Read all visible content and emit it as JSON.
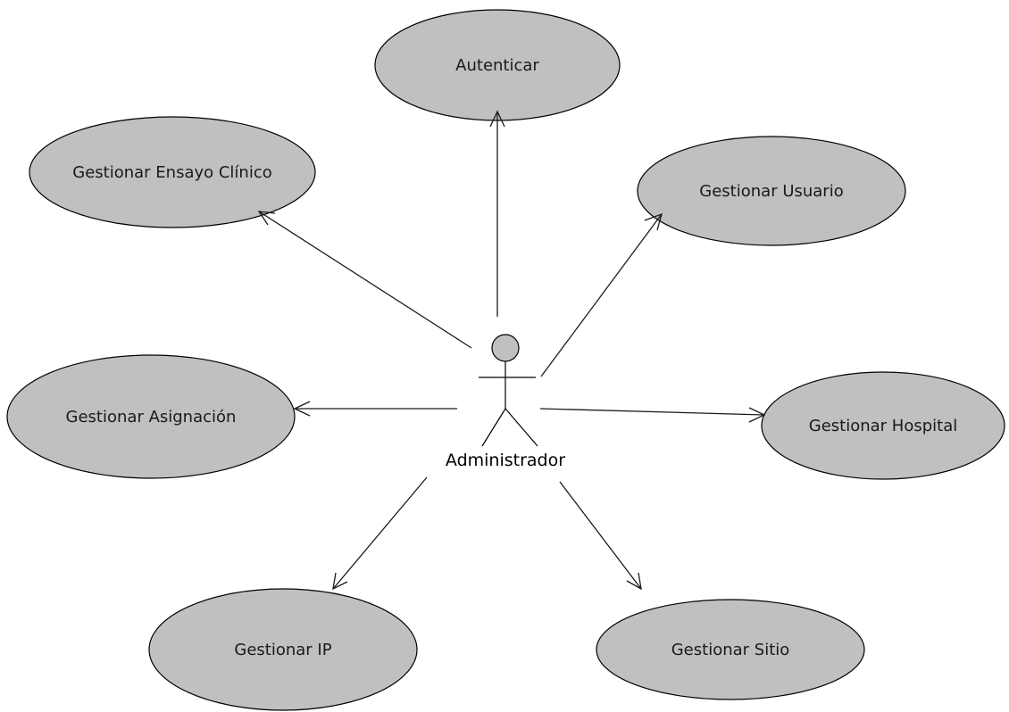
{
  "diagram": {
    "type": "use-case",
    "colors": {
      "use_case_fill": "#c0c0c0",
      "actor_head_fill": "#c0c0c0",
      "line": "#1a1a1a",
      "background": "#ffffff"
    },
    "actor": {
      "label": "Administrador"
    },
    "use_cases": [
      {
        "id": "autenticar",
        "label": "Autenticar"
      },
      {
        "id": "ensayo",
        "label": "Gestionar Ensayo Clínico"
      },
      {
        "id": "usuario",
        "label": "Gestionar Usuario"
      },
      {
        "id": "asignacion",
        "label": "Gestionar Asignación"
      },
      {
        "id": "hospital",
        "label": "Gestionar Hospital"
      },
      {
        "id": "ip",
        "label": "Gestionar IP"
      },
      {
        "id": "sitio",
        "label": "Gestionar Sitio"
      }
    ],
    "associations": [
      {
        "from": "actor",
        "to": "autenticar"
      },
      {
        "from": "actor",
        "to": "ensayo"
      },
      {
        "from": "actor",
        "to": "usuario"
      },
      {
        "from": "actor",
        "to": "asignacion"
      },
      {
        "from": "actor",
        "to": "hospital"
      },
      {
        "from": "actor",
        "to": "ip"
      },
      {
        "from": "actor",
        "to": "sitio"
      }
    ]
  }
}
